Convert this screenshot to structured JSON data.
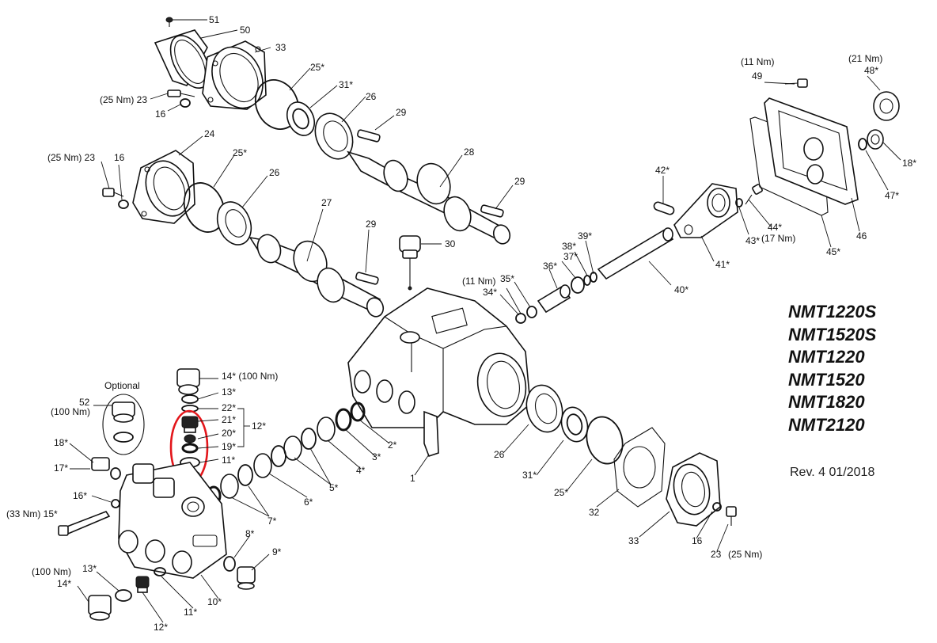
{
  "models": [
    "NMT1220S",
    "NMT1520S",
    "NMT1220",
    "NMT1520",
    "NMT1820",
    "NMT2120"
  ],
  "revision": "Rev. 4 01/2018",
  "optional_label": "Optional",
  "highlight_color": "#e3161b",
  "labels": {
    "l51": "51",
    "l50": "50",
    "l33a": "33",
    "l25a": "25*",
    "l31a": "31*",
    "l26a": "26",
    "l29a": "29",
    "l23a": "(25 Nm) 23",
    "l16a": "16",
    "l24": "24",
    "l25b": "25*",
    "l26b": "26",
    "l23b": "(25 Nm) 23",
    "l16b": "16",
    "l28": "28",
    "l29b": "29",
    "l27": "27",
    "l29c": "29",
    "l30": "30",
    "l11nm_a": "(11 Nm)",
    "l35": "35*",
    "l34": "34*",
    "l36": "36*",
    "l37": "37*",
    "l38": "38*",
    "l39": "39*",
    "l40": "40*",
    "l41": "41*",
    "l42": "42*",
    "l43": "43*",
    "l44": "44*",
    "l17nm": "(17 Nm)",
    "l45": "45*",
    "l46": "46",
    "l47": "47*",
    "l18a": "18*",
    "l21nm": "(21 Nm)",
    "l48": "48*",
    "l11nm_b": "(11 Nm)",
    "l49": "49",
    "l14a": "14* (100 Nm)",
    "l13a": "13*",
    "l22": "22*",
    "l21": "21*",
    "l12a": "12*",
    "l20": "20*",
    "l19": "19*",
    "l11a": "11*",
    "l52": "52",
    "l100nm_a": "(100 Nm)",
    "l18b": "18*",
    "l17": "17*",
    "l16c": "16*",
    "l15": "(33 Nm) 15*",
    "l100nm_b": "(100 Nm)",
    "l13b": "13*",
    "l14b": "14*",
    "l12b": "12*",
    "l11b": "11*",
    "l10": "10*",
    "l9": "9*",
    "l8": "8*",
    "l7": "7*",
    "l6": "6*",
    "l5": "5*",
    "l4": "4*",
    "l3": "3*",
    "l2": "2*",
    "l1": "1",
    "l26c": "26",
    "l31b": "31*",
    "l25c": "25*",
    "l32": "32",
    "l33b": "33",
    "l16d": "16",
    "l23c": "23",
    "l25nm": "(25 Nm)"
  }
}
